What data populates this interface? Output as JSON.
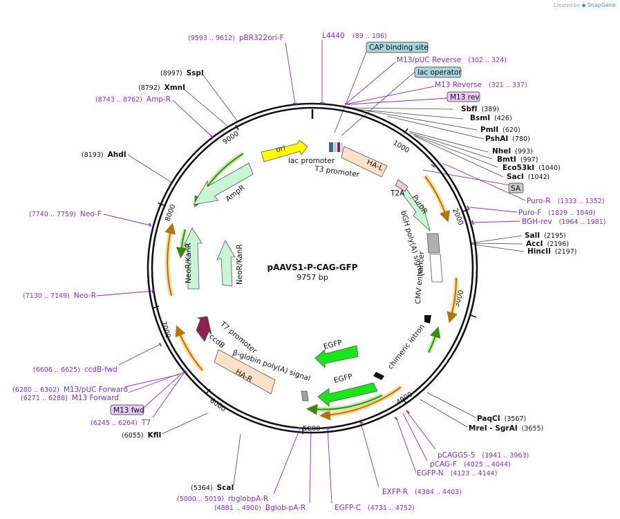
{
  "brand": {
    "prefix": "Created by",
    "name": "SnapGene"
  },
  "plasmid": {
    "name": "pAAVS1-P-CAG-GFP",
    "length_label": "9757 bp",
    "length": 9757
  },
  "ticks": [
    "1000",
    "2000",
    "3000",
    "4000",
    "5000",
    "6000",
    "7000",
    "8000",
    "9000"
  ],
  "sites": [
    {
      "name": "SbfI",
      "pos": "(389)"
    },
    {
      "name": "BsmI",
      "pos": "(426)"
    },
    {
      "name": "PmlI",
      "pos": "(620)"
    },
    {
      "name": "PshAI",
      "pos": "(780)"
    },
    {
      "name": "NheI",
      "pos": "(993)"
    },
    {
      "name": "BmtI",
      "pos": "(997)"
    },
    {
      "name": "Eco53kI",
      "pos": "(1040)"
    },
    {
      "name": "SacI",
      "pos": "(1042)"
    },
    {
      "name": "SalI",
      "pos": "(2195)"
    },
    {
      "name": "AccI",
      "pos": "(2196)"
    },
    {
      "name": "HincII",
      "pos": "(2197)"
    },
    {
      "name": "PaqCI",
      "pos": "(3567)"
    },
    {
      "name": "MreI - SgrAI",
      "pos": "(3655)"
    },
    {
      "name": "ScaI",
      "pos": "(5364)"
    },
    {
      "name": "KflI",
      "pos": "(6055)"
    },
    {
      "name": "AhdI",
      "pos": "(8193)"
    },
    {
      "name": "XmnI",
      "pos": "(8792)"
    },
    {
      "name": "SspI",
      "pos": "(8997)"
    }
  ],
  "primers": [
    {
      "name": "pBR322ori-F",
      "pos": "(9593 .. 9612)"
    },
    {
      "name": "L4440",
      "pos": "(89 .. 106)"
    },
    {
      "name": "M13/pUC Reverse",
      "pos": "(302 .. 324)"
    },
    {
      "name": "M13 Reverse",
      "pos": "(321 .. 337)"
    },
    {
      "name": "Puro-R",
      "pos": "(1333 .. 1352)"
    },
    {
      "name": "Puro-F",
      "pos": "(1829 .. 1849)"
    },
    {
      "name": "BGH-rev",
      "pos": "(1964 .. 1981)"
    },
    {
      "name": "pCAGGS-5",
      "pos": "(3941 .. 3963)"
    },
    {
      "name": "pCAG-F",
      "pos": "(4025 .. 4044)"
    },
    {
      "name": "EGFP-N",
      "pos": "(4123 .. 4144)"
    },
    {
      "name": "EXFP-R",
      "pos": "(4384 .. 4403)"
    },
    {
      "name": "EGFP-C",
      "pos": "(4731 .. 4752)"
    },
    {
      "name": "Bglob-pA-R",
      "pos": "(4881 .. 4900)"
    },
    {
      "name": "rbglobpA-R",
      "pos": "(5000 .. 5019)"
    },
    {
      "name": "T7",
      "pos": "(6245 .. 6264)"
    },
    {
      "name": "M13 Forward",
      "pos": "(6271 .. 6288)"
    },
    {
      "name": "M13/pUC Forward",
      "pos": "(6280 .. 6302)"
    },
    {
      "name": "ccdB-fwd",
      "pos": "(6606 .. 6625)"
    },
    {
      "name": "Neo-R",
      "pos": "(7130 .. 7149)"
    },
    {
      "name": "Neo-F",
      "pos": "(7740 .. 7759)"
    },
    {
      "name": "Amp-R",
      "pos": "(8743 .. 8762)"
    }
  ],
  "boxed": [
    "CAP binding site",
    "lac operator",
    "M13 rev",
    "SA",
    "M13 fwd"
  ],
  "features": [
    "ori",
    "lac promoter",
    "T3 promoter",
    "HA-L",
    "T2A",
    "PuroR",
    "bGH poly(A) signal",
    "CMV enhancer",
    "chimeric intron",
    "EGFP",
    "EGFP",
    "AmpR",
    "NeoR/KanR",
    "NeoR/KanR",
    "T7 promoter",
    "ccdB",
    "β-globin poly(A) signal",
    "HA-R"
  ],
  "colors": {
    "primer": "#8a2be2",
    "ori": "#ffff00",
    "egfp": "#19e619",
    "neo": "#c8f5d4",
    "ha": "#fde0c8",
    "ccdb": "#8b2252",
    "cap": "#a8d4dc",
    "m13": "#e8c8f8"
  }
}
